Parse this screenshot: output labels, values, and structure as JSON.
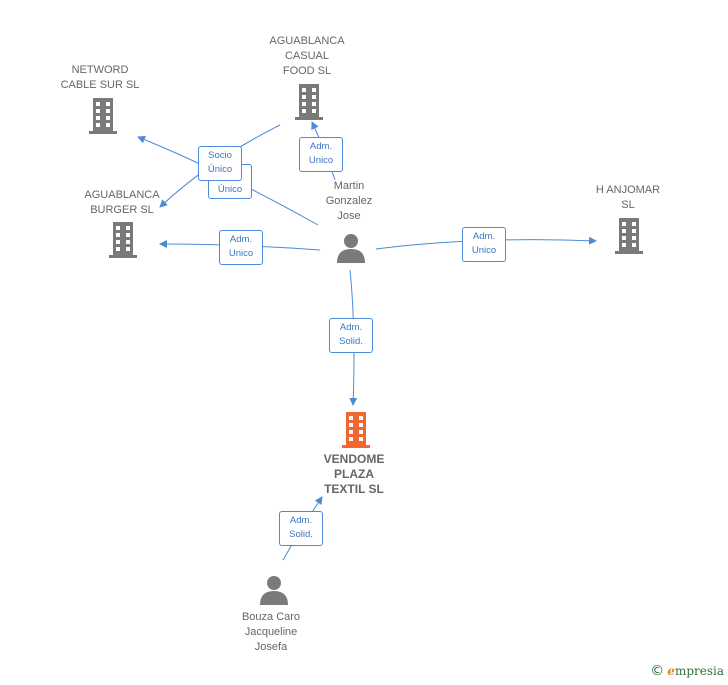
{
  "colors": {
    "edge": "#4a8ad8",
    "company": "#7a7a7a",
    "main_company": "#f2662f",
    "person": "#7a7a7a"
  },
  "nodes": {
    "networdcable": {
      "label": "NETWORD\nCABLE SUR SL",
      "icon": "building-icon"
    },
    "casualfood": {
      "label": "AGUABLANCA\nCASUAL\nFOOD  SL",
      "icon": "building-icon"
    },
    "burger": {
      "label": "AGUABLANCA\nBURGER  SL",
      "icon": "building-icon"
    },
    "hanjomar": {
      "label": "H ANJOMAR\nSL",
      "icon": "building-icon"
    },
    "vendome": {
      "label": "VENDOME\nPLAZA\nTEXTIL  SL",
      "icon": "building-icon"
    },
    "martin": {
      "label": "Martin\nGonzalez\nJose",
      "icon": "person-icon"
    },
    "bouza": {
      "label": "Bouza Caro\nJacqueline\nJosefa",
      "icon": "person-icon"
    }
  },
  "edges": {
    "socio_unico": "Socio\nÚnico",
    "adm_unico_hidden": "Adm.\nÚnico",
    "adm_unico_casual": "Adm.\nUnico",
    "adm_unico_burger": "Adm.\nUnico",
    "adm_unico_hanjomar": "Adm.\nUnico",
    "adm_solid_martin": "Adm.\nSolid.",
    "adm_solid_bouza": "Adm.\nSolid."
  },
  "watermark": {
    "copyright": "©",
    "brand_e": "e",
    "brand_rest": "mpresia"
  }
}
